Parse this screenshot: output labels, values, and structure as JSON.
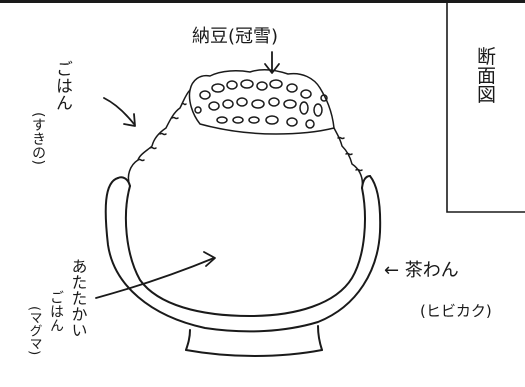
{
  "labels": {
    "natto": "納豆(冠雪)",
    "gohan_main": "ごはん",
    "gohan_paren": "(すきの)",
    "chawan": "← 茶わん",
    "chawan_sub": "(ヒビカク)",
    "warm_line1": "あたたかい",
    "warm_line2": "ごはん",
    "warm_line3": "(マグマ)",
    "danmenzu": "断面図"
  },
  "colors": {
    "ink": "#1a1a1a",
    "paper": "#ffffff"
  }
}
